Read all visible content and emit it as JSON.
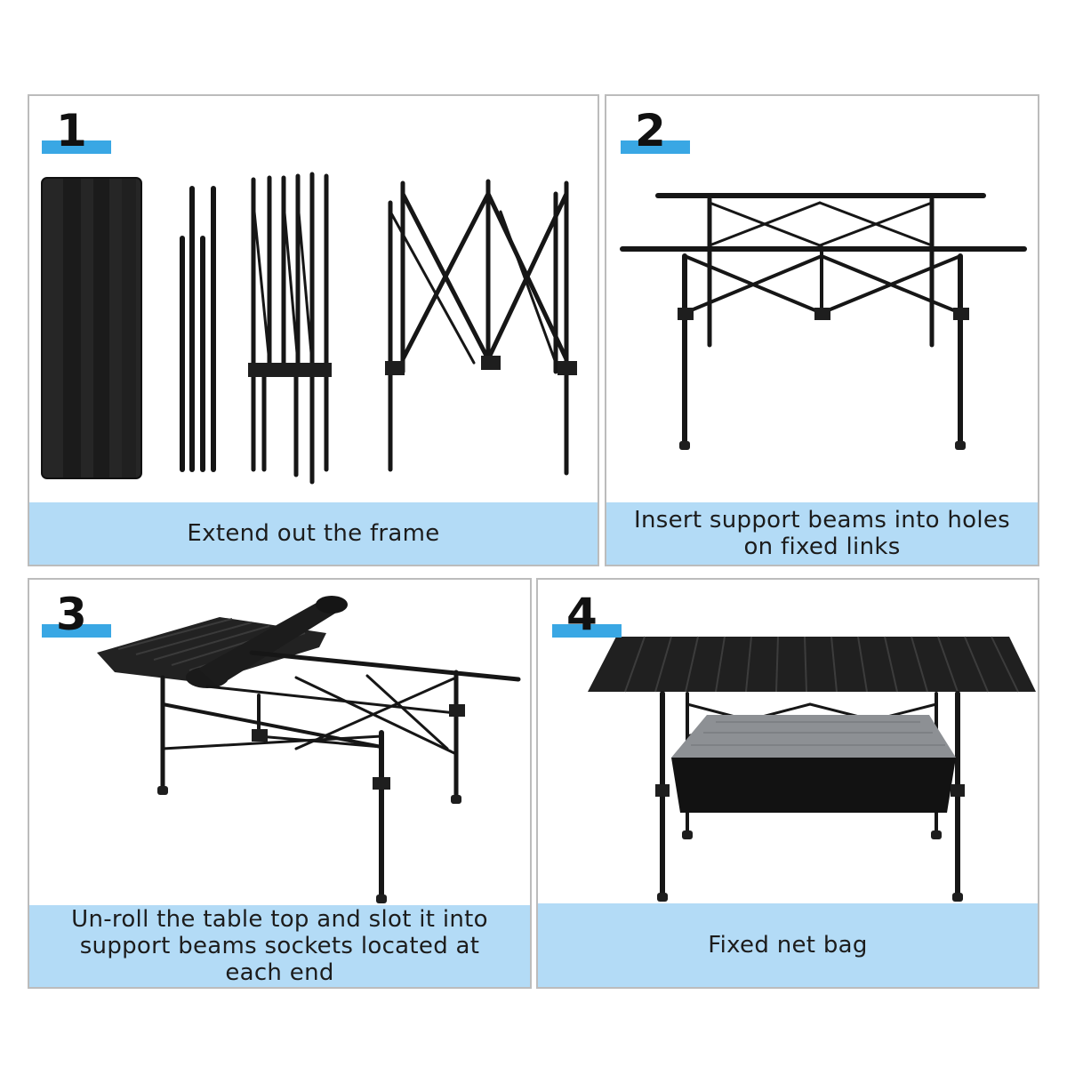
{
  "steps": [
    {
      "number": "1",
      "caption": "Extend out the frame"
    },
    {
      "number": "2",
      "caption": "Insert support beams into holes on fixed links"
    },
    {
      "number": "3",
      "caption": "Un-roll the table top and slot it into support beams sockets located at each end"
    },
    {
      "number": "4",
      "caption": "Fixed net bag"
    }
  ],
  "colors": {
    "accent": "#39a7e4",
    "caption_bg": "#b3dbf6",
    "panel_border": "#bcbcbc",
    "frame": "#1a1a1a"
  }
}
